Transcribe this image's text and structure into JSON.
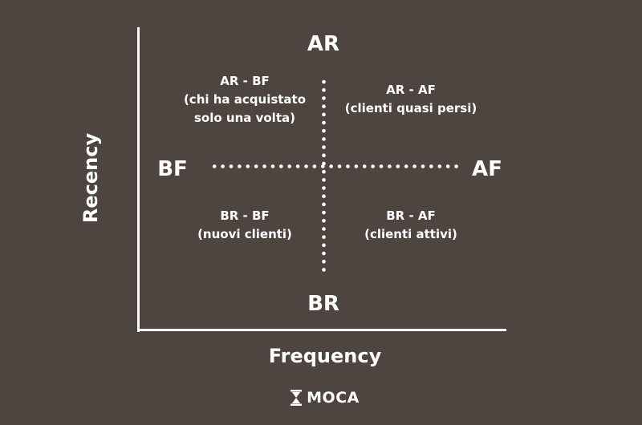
{
  "poles": {
    "top": "AR",
    "bottom": "BR",
    "left": "BF",
    "right": "AF"
  },
  "quadrants": {
    "top_left": {
      "line1": "AR - BF",
      "line2": "(chi ha acquistato",
      "line3": "solo una volta)"
    },
    "top_right": {
      "line1": "AR - AF",
      "line2": "(clienti quasi persi)"
    },
    "bottom_left": {
      "line1": "BR - BF",
      "line2": "(nuovi clienti)"
    },
    "bottom_right": {
      "line1": "BR - AF",
      "line2": "(clienti attivi)"
    }
  },
  "axes": {
    "x_label": "Frequency",
    "y_label": "Recency"
  },
  "brand": {
    "name": "MOCA",
    "icon": "hourglass-icon"
  },
  "colors": {
    "background": "#4e4440",
    "foreground": "#ffffff"
  }
}
